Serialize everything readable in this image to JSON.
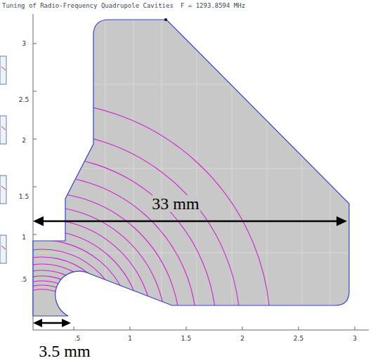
{
  "diagram": {
    "title": "Tuning of Radio-Frequency Quadrupole Cavities",
    "labels": [
      "F = 1293.8594 MHz",
      "3",
      "2.5",
      "2",
      "1.5",
      "1",
      ".5",
      ".5",
      "1",
      "1.5",
      "2",
      "2.5",
      "3",
      "33 mm",
      "3.5 mm"
    ]
  }
}
